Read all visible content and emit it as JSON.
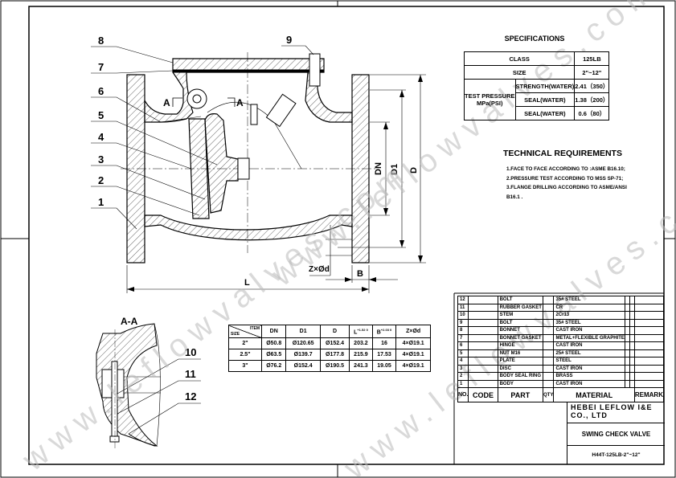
{
  "watermark": "www.leflowvalves.com",
  "drawing": {
    "balloons": [
      "1",
      "2",
      "3",
      "4",
      "5",
      "6",
      "7",
      "8",
      "9",
      "10",
      "11",
      "12"
    ],
    "section_mark": "A",
    "section_title": "A-A",
    "dims": {
      "DN": "DN",
      "D1": "D1",
      "D": "D",
      "L": "L",
      "B": "B",
      "holes": "Z×Ød"
    }
  },
  "specifications": {
    "title": "SPECIFICATIONS",
    "class_label": "CLASS",
    "class_value": "125LB",
    "size_label": "SIZE",
    "size_value": "2\"~12\"",
    "test_pressure_label": "TEST PRESSURE",
    "test_pressure_unit": "MPa(PSI)",
    "rows": [
      {
        "label": "STRENGTH(WATER)",
        "value": "2.41（350）"
      },
      {
        "label": "SEAL(WATER)",
        "value": "1.38（200）"
      },
      {
        "label": "SEAL(WATER)",
        "value": "0.6（80）"
      }
    ]
  },
  "technical_requirements": {
    "title": "TECHNICAL REQUIREMENTS",
    "items": [
      "1.FACE TO FACE ACCORDING TO :ASME B16.10;",
      "2.PRESSURE TEST ACCORDING TO MSS SP-71;",
      "3.FLANGE DRILLING ACCORDING TO ASME/ANSI",
      "B16.1 ."
    ]
  },
  "dimension_table": {
    "corner_item": "ITEM",
    "corner_size": "SIZE",
    "headers": [
      "DN",
      "D1",
      "D",
      "L",
      "B",
      "Z×Ød"
    ],
    "L_tol": "+1.52 0",
    "B_tol": "+2.03 0",
    "rows": [
      [
        "2\"",
        "Ø50.8",
        "Ø120.65",
        "Ø152.4",
        "203.2",
        "16",
        "4×Ø19.1"
      ],
      [
        "2.5\"",
        "Ø63.5",
        "Ø139.7",
        "Ø177.8",
        "215.9",
        "17.53",
        "4×Ø19.1"
      ],
      [
        "3\"",
        "Ø76.2",
        "Ø152.4",
        "Ø190.5",
        "241.3",
        "19.05",
        "4×Ø19.1"
      ]
    ]
  },
  "parts_list": {
    "headers": {
      "no": "NO.",
      "code": "CODE",
      "part": "PART",
      "qty": "QTY",
      "material": "MATERIAL",
      "remark": "REMARK"
    },
    "rows": [
      {
        "no": "12",
        "part": "BOLT",
        "material": "35# STEEL"
      },
      {
        "no": "11",
        "part": "RUBBER GASKET",
        "material": "CR"
      },
      {
        "no": "10",
        "part": "STEM",
        "material": "2Cr13"
      },
      {
        "no": "9",
        "part": "BOLT",
        "material": "35# STEEL"
      },
      {
        "no": "8",
        "part": "BONNET",
        "material": "CAST IRON"
      },
      {
        "no": "7",
        "part": "BONNET GASKET",
        "material": "METAL+FLEXIBLE GRAPHITE"
      },
      {
        "no": "6",
        "part": "HINGE",
        "material": "CAST IRON"
      },
      {
        "no": "5",
        "part": "NUT M16",
        "material": "25# STEEL"
      },
      {
        "no": "4",
        "part": "PLATE",
        "material": "STEEL"
      },
      {
        "no": "3",
        "part": "DISC",
        "material": "CAST IRON"
      },
      {
        "no": "2",
        "part": "BODY SEAL RING",
        "material": "BRASS"
      },
      {
        "no": "1",
        "part": "BODY",
        "material": "CAST IRON"
      }
    ]
  },
  "title_block": {
    "company": "HEBEI LEFLOW I&E CO., LTD",
    "drawing_title": "SWING CHECK VALVE",
    "model": "H44T-125LB-2\"~12\""
  }
}
